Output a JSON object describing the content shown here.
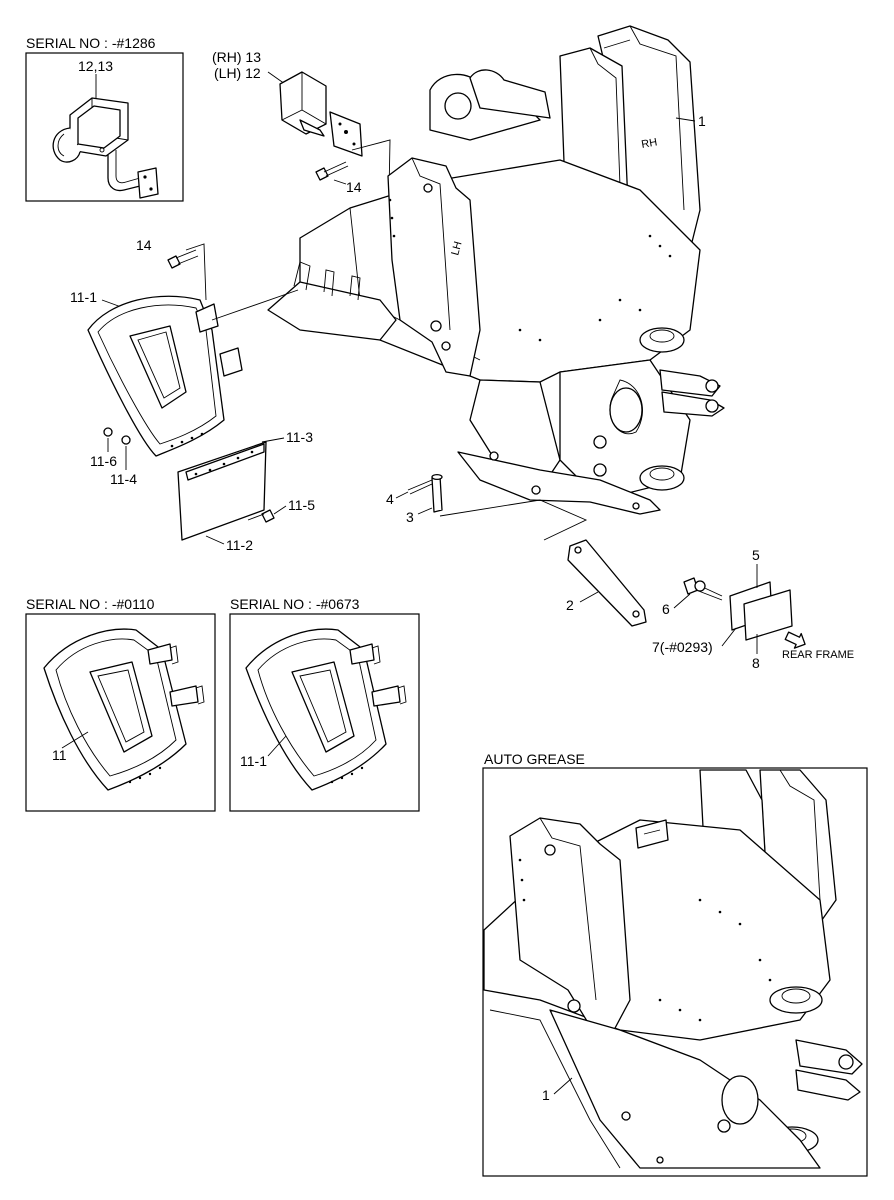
{
  "inset_boxes": {
    "serial_1286": {
      "title": "SERIAL NO : -#1286",
      "label": "12,13"
    },
    "serial_0110": {
      "title": "SERIAL NO : -#0110",
      "label": "11"
    },
    "serial_0673": {
      "title": "SERIAL NO : -#0673",
      "label": "11-1"
    },
    "auto_grease": {
      "title": "AUTO GREASE",
      "label": "1"
    }
  },
  "main_labels": {
    "rh13": "(RH) 13",
    "lh12": "(LH) 12",
    "p14_top": "14",
    "p14_left": "14",
    "p1": "1",
    "rh_mark": "RH",
    "lh_mark": "LH",
    "p11_1": "11-1",
    "p11_3": "11-3",
    "p11_6": "11-6",
    "p11_4": "11-4",
    "p11_5": "11-5",
    "p11_2": "11-2",
    "p4": "4",
    "p3": "3",
    "p2": "2",
    "p5": "5",
    "p6": "6",
    "p7": "7(-#0293)",
    "p8": "8",
    "rear_frame": "REAR FRAME"
  }
}
